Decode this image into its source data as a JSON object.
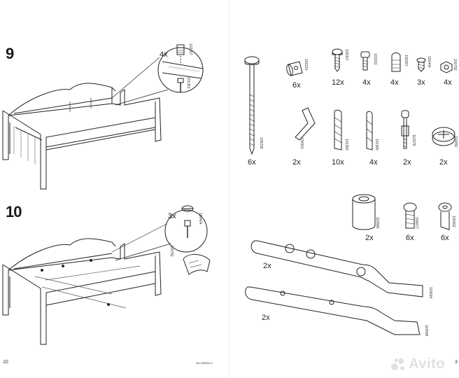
{
  "left_page": {
    "step9": {
      "number": "9",
      "callout_qty": "4x",
      "part_a": "102267",
      "part_b": "101351"
    },
    "step10": {
      "number": "10",
      "callout_qty": "3x",
      "part_a": "100404",
      "part_b": "100782"
    },
    "footer": {
      "page_number": "10",
      "doc_code": "AA-159004-5"
    }
  },
  "right_page": {
    "hardware_row1": [
      {
        "qty": "6x",
        "part": "100214"
      },
      {
        "qty": "12x",
        "part": "105307"
      },
      {
        "qty": "4x",
        "part": "101163"
      },
      {
        "qty": "4x",
        "part": "102267"
      },
      {
        "qty": "3x",
        "part": "100404"
      },
      {
        "qty": "4x",
        "part": "100782"
      }
    ],
    "hardware_row2": [
      {
        "qty": "6x",
        "part": "109236"
      },
      {
        "qty": "2x",
        "part": "100001"
      },
      {
        "qty": "10x",
        "part": "101350"
      },
      {
        "qty": "4x",
        "part": "101365"
      },
      {
        "qty": "2x",
        "part": "112079"
      },
      {
        "qty": "2x",
        "part": "116450"
      }
    ],
    "hardware_row3": [
      {
        "qty": "2x",
        "part": "116596"
      },
      {
        "qty": "6x",
        "part": "106677"
      },
      {
        "qty": "6x",
        "part": "100602"
      }
    ],
    "slats": [
      {
        "qty": "2x",
        "part": "116594"
      },
      {
        "qty": "2x",
        "part": "116595"
      }
    ],
    "footer": {
      "page_number": "3"
    }
  },
  "watermark": {
    "brand": "Avito"
  }
}
